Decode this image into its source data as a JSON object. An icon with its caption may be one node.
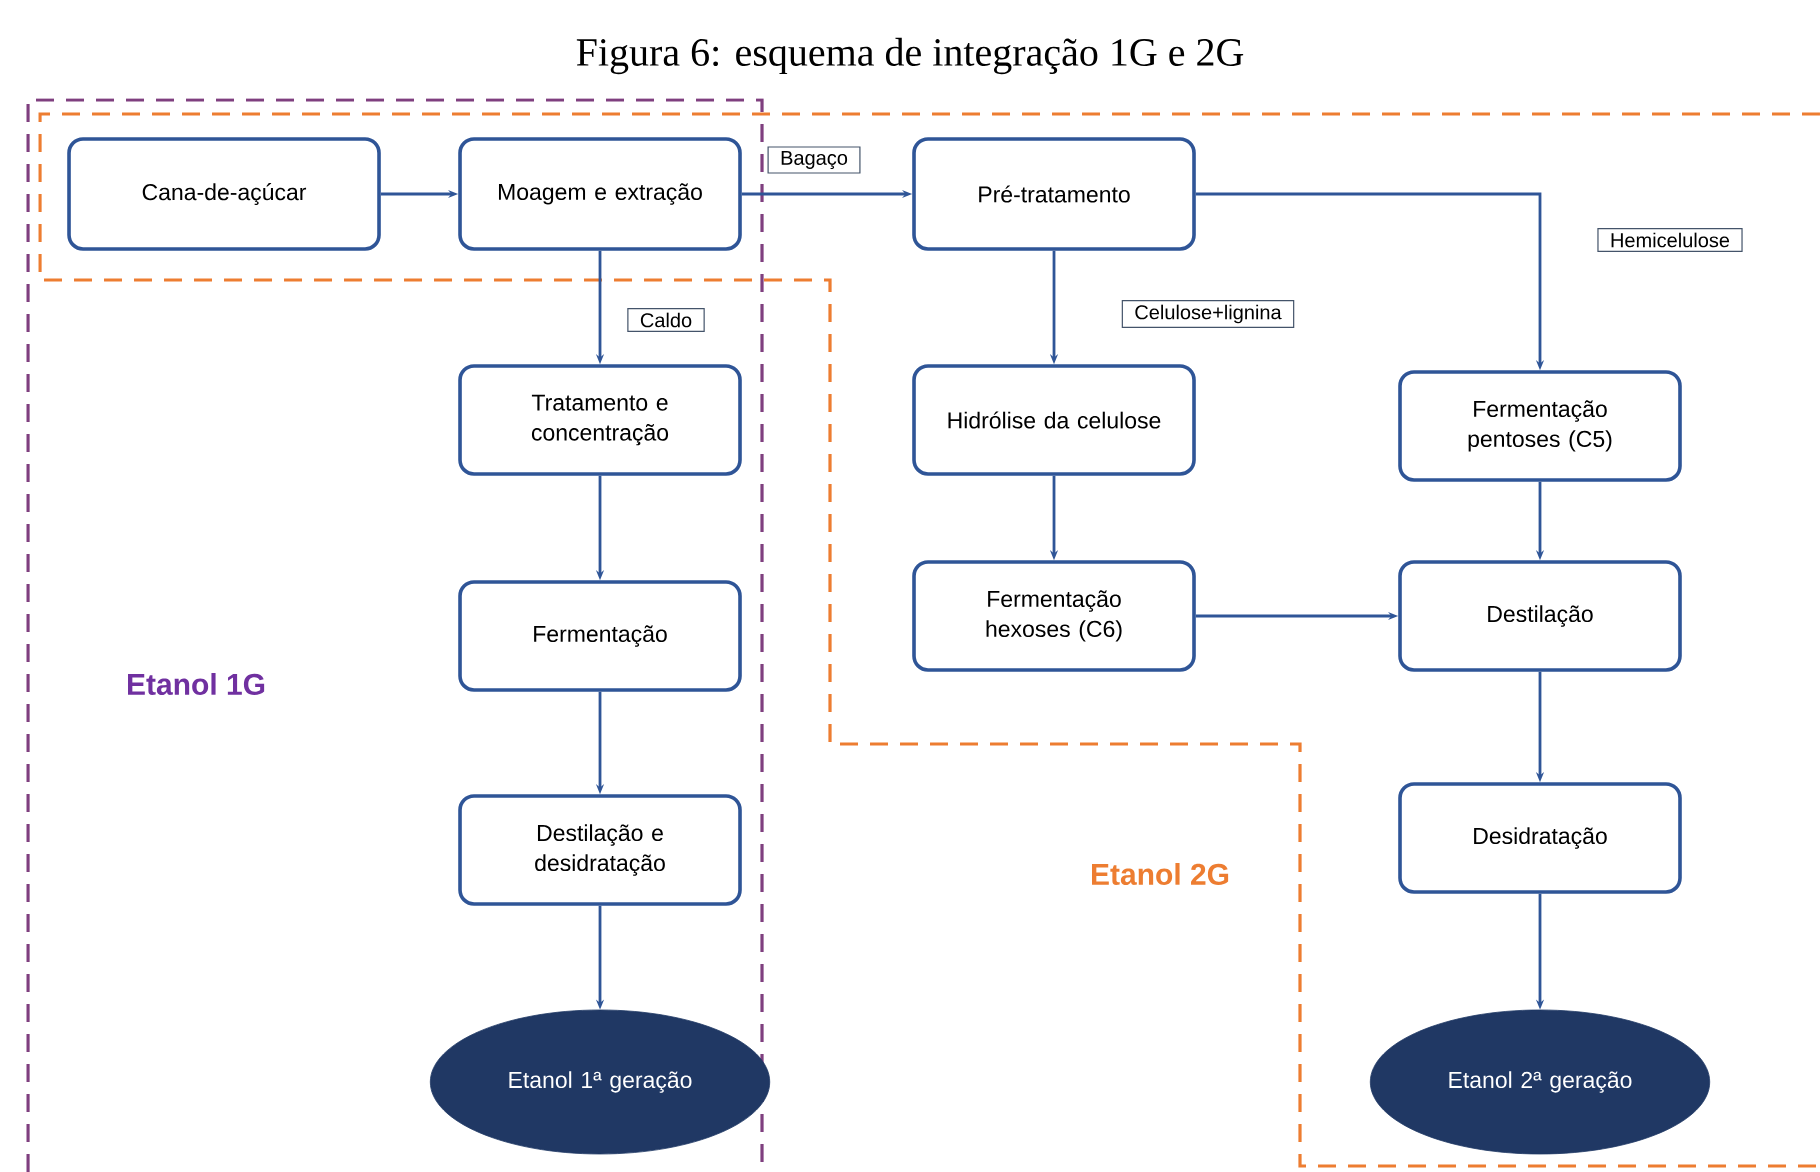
{
  "diagram": {
    "title": "Figura 6: esquema de integração 1G e 2G",
    "nodes": [
      {
        "text": [
          "Cana-de-açúcar"
        ]
      },
      {
        "text": [
          "Moagem e extração"
        ]
      },
      {
        "text": [
          "Pré-tratamento"
        ]
      },
      {
        "text": [
          "Tratamento e concentração"
        ]
      },
      {
        "text": [
          "Hidrólise da celulose"
        ]
      },
      {
        "text": [
          "Fermentação pentoses (C5)"
        ]
      },
      {
        "text": [
          "Fermentação"
        ]
      },
      {
        "text": [
          "Fermentação hexoses (C6)"
        ]
      },
      {
        "text": [
          "Destilação"
        ]
      },
      {
        "text": [
          "Destilação e desidratação"
        ]
      },
      {
        "text": [
          "Desidratação"
        ]
      },
      {
        "text": [
          "Etanol 1ª geração"
        ]
      },
      {
        "text": [
          "Etanol 2ª geração"
        ]
      }
    ],
    "edges": [
      {
        "from": 0,
        "to": 1,
        "arrow": "to"
      },
      {
        "from": 1,
        "to": 2,
        "arrow": "to",
        "label": "Bagaço"
      },
      {
        "from": 1,
        "to": 3,
        "arrow": "to",
        "label": "Caldo"
      },
      {
        "from": 2,
        "to": 4,
        "arrow": "to",
        "label": "Celulose+lignina"
      },
      {
        "from": 2,
        "to": 5,
        "arrow": "to",
        "label": "Hemicelulose"
      },
      {
        "from": 3,
        "to": 6,
        "arrow": "to"
      },
      {
        "from": 4,
        "to": 7,
        "arrow": "to"
      },
      {
        "from": 6,
        "to": 9,
        "arrow": "to"
      },
      {
        "from": 7,
        "to": 8,
        "arrow": "to"
      },
      {
        "from": 5,
        "to": 8,
        "arrow": "to"
      },
      {
        "from": 9,
        "to": 11,
        "arrow": "to"
      },
      {
        "from": 8,
        "to": 10,
        "arrow": "to"
      },
      {
        "from": 10,
        "to": 12,
        "arrow": "to"
      }
    ],
    "labels": [
      "Etanol 1G",
      "Etanol 2G"
    ]
  }
}
